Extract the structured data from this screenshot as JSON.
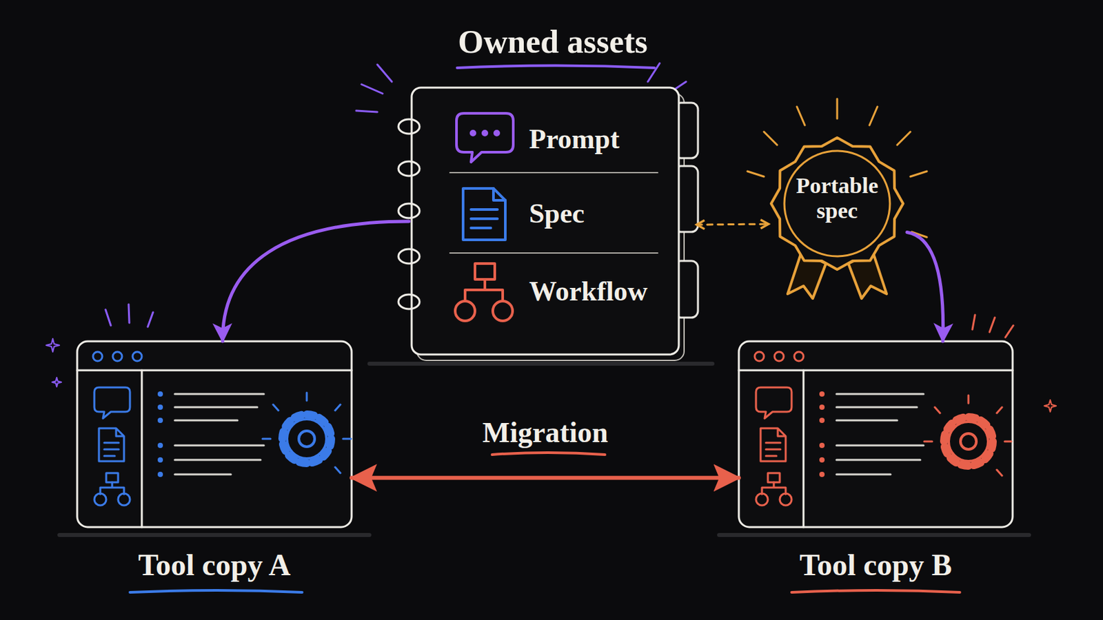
{
  "diagram": {
    "nodes": [
      {
        "text": [
          "Owned assets"
        ]
      },
      {
        "text": [
          "Prompt"
        ],
        "in": 0
      },
      {
        "text": [
          "Spec"
        ],
        "in": 0
      },
      {
        "text": [
          "Workflow"
        ],
        "in": 0
      },
      {
        "text": [
          "Portable spec"
        ]
      },
      {
        "text": [
          "Tool copy A"
        ]
      },
      {
        "text": [
          "Tool copy B"
        ]
      }
    ],
    "edges": [
      {
        "from": 0,
        "to": 5,
        "arrow": "to"
      },
      {
        "from": 0,
        "to": 4,
        "arrow": "both"
      },
      {
        "from": 4,
        "to": 6,
        "arrow": "to"
      },
      {
        "from": 5,
        "to": 6,
        "label": "Migration",
        "arrow": "both"
      }
    ]
  }
}
